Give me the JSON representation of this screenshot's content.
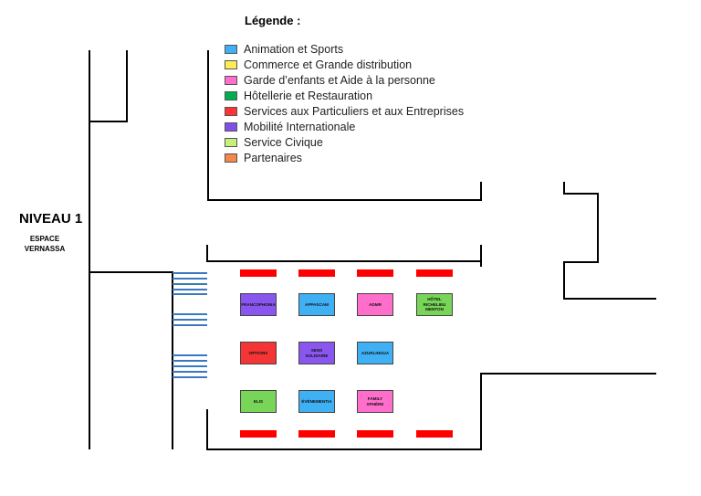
{
  "legend": {
    "title": "Légende :",
    "items": [
      {
        "label": "Animation et Sports",
        "color": "#3fb0f4"
      },
      {
        "label": "Commerce et Grande distribution",
        "color": "#ffec55"
      },
      {
        "label": "Garde d’enfants et Aide à la personne",
        "color": "#ff6ecb"
      },
      {
        "label": "Hôtellerie et Restauration",
        "color": "#00b050"
      },
      {
        "label": "Services aux Particuliers et aux Entreprises",
        "color": "#ff3333"
      },
      {
        "label": "Mobilité Internationale",
        "color": "#7f4fe8"
      },
      {
        "label": "Service Civique",
        "color": "#c6f07a"
      },
      {
        "label": "Partenaires",
        "color": "#f5874a"
      }
    ]
  },
  "level": {
    "title": "NIVEAU 1",
    "subtitle": "ESPACE VERNASSA"
  },
  "booths": [
    {
      "label": "FRANCOPHONIA",
      "color": "#8a56f0"
    },
    {
      "label": "APPASCAM",
      "color": "#3fb0f4"
    },
    {
      "label": "ADMR",
      "color": "#ff6ecb"
    },
    {
      "label": "HÔTEL RICHELIEU MENTON",
      "color": "#77d557"
    },
    {
      "label": "OPTIONS",
      "color": "#f53535"
    },
    {
      "label": "SENS SOLIDAIRE",
      "color": "#8a56f0"
    },
    {
      "label": "AZURLINGUA",
      "color": "#3fb0f4"
    },
    {
      "label": "ELIS",
      "color": "#77d557"
    },
    {
      "label": "ÉVÈNEMENTIA",
      "color": "#3fb0f4"
    },
    {
      "label": "FAMILY SPHÈRE",
      "color": "#ff6ecb"
    }
  ],
  "colors": {
    "walls": "#000000",
    "stairs": "#3a78c0",
    "bars": "#ff0000"
  }
}
